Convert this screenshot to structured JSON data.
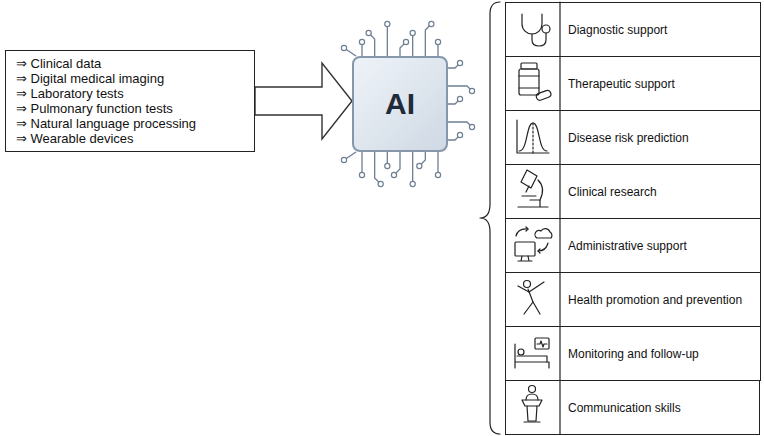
{
  "diagram": {
    "nodes": [
      {
        "text": [
          "⇒ Clinical data",
          "⇒ Digital medical imaging",
          "⇒ Laboratory tests",
          "⇒ Pulmonary function tests",
          "⇒ Natural language processing",
          "⇒ Wearable devices"
        ]
      },
      {
        "text": [
          "AI"
        ]
      },
      {
        "text": [
          "Diagnostic support"
        ]
      },
      {
        "text": [
          "Therapeutic support"
        ]
      },
      {
        "text": [
          "Disease risk prediction"
        ]
      },
      {
        "text": [
          "Clinical research"
        ]
      },
      {
        "text": [
          "Administrative support"
        ]
      },
      {
        "text": [
          "Health promotion and prevention"
        ]
      },
      {
        "text": [
          "Monitoring and follow-up"
        ]
      },
      {
        "text": [
          "Communication skills"
        ]
      }
    ],
    "edges": [
      {
        "from": 0,
        "to": 1,
        "arrow": "to"
      }
    ]
  }
}
